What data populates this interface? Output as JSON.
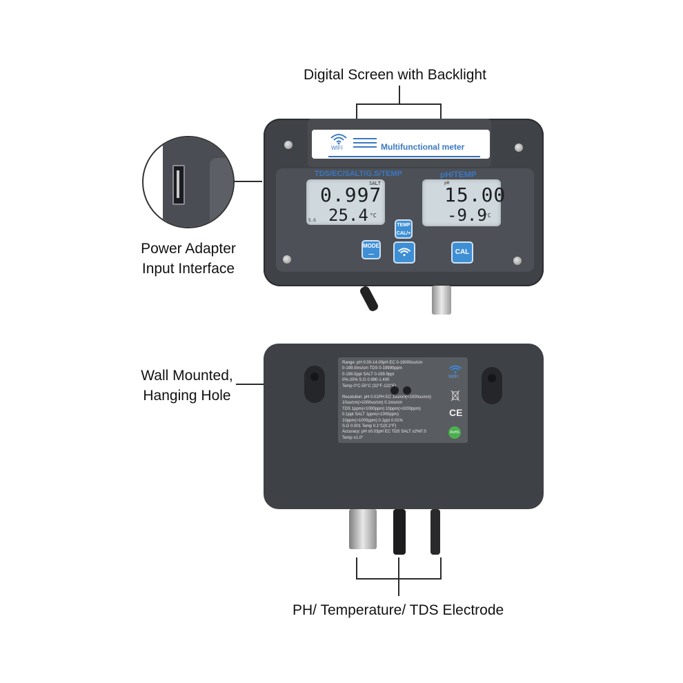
{
  "callouts": {
    "digital_screen": "Digital Screen with Backlight",
    "power_line1": "Power Adapter",
    "power_line2": "Input Interface",
    "wall_line1": "Wall Mounted,",
    "wall_line2": "Hanging Hole",
    "electrode": "PH/ Temperature/ TDS Electrode"
  },
  "device_front": {
    "wifi_label": "WIFI",
    "title": "Multifunctional meter",
    "left_header": "TDS/EC/SALT/G.S/TEMP",
    "right_header": "pH/TEMP",
    "left_screen": {
      "mode": "SALT",
      "main": "0.997",
      "sub": "25.4",
      "unit": "°C",
      "corner": "S.G"
    },
    "right_screen": {
      "mode": "pH",
      "main": "15.00",
      "sub": "-9.9",
      "unit": "°C"
    },
    "buttons": {
      "temp": "TEMP",
      "cal_plus": "CAL/+",
      "mode": "MODE",
      "mode_minus": "—",
      "cal": "CAL"
    }
  },
  "device_back": {
    "wifi_label": "WIFI",
    "spec_lines": [
      "Range: pH 0.00-14.00pH    EC 0-19000us/cm",
      "   0-199.0ms/cm          TDS 0-19990ppm",
      "   0-199.0ppt           SALT 0-199.9ppt",
      "   0%-20%               S.G 0.990-1.400",
      "   Temp 0°C-50°C (32°F-122°F)",
      "",
      "Resolution: pH 0.01PH   EC  1us/cm(<1000us/cm)",
      "   10us/cm(>1000us/cm)  0.1ms/cm",
      "   TDS 1ppm(<1000ppm) 10ppm(>1000ppm)",
      "   0.1ppt  SALT  1ppm(<1000ppm)",
      "   10ppm(>1000ppm) 0.1ppt 0.01%",
      "   S.G 0.001  Temp 0.1°C(0.2°F)",
      "Accuracy: pH ±0.03pH  EC TDS SALT ±2%F.S",
      "   Temp ±1.0°"
    ],
    "ce_mark": "CE",
    "rohs_mark": "RoHS"
  }
}
